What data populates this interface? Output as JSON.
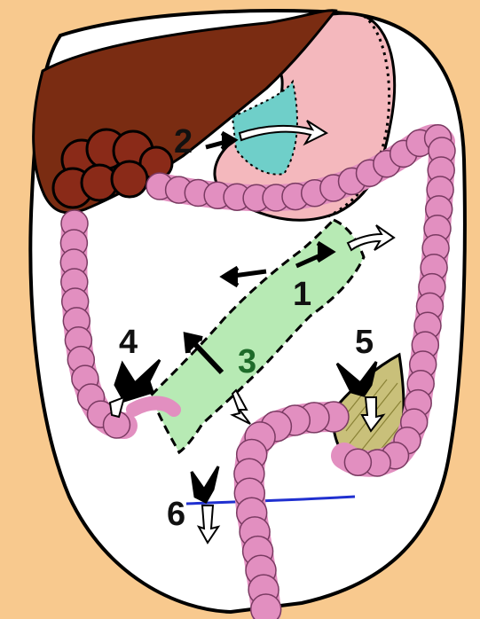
{
  "colors": {
    "background": "#000000",
    "skin": "#f8c98e",
    "cavity": "#ffffff",
    "liver": "#7a2c12",
    "liver_outline": "#4a1708",
    "gallbladder_lobes": "#8a2a18",
    "stomach": "#f4b8bd",
    "lesser_sac": "#6fcfc9",
    "colon": "#e28fc0",
    "colon_outline": "#7a3a62",
    "mesentery_root": "#b7eab4",
    "sigmoid_mesocolon": "#c9c07a",
    "pelvic_line": "#2030d0",
    "label": "#111111",
    "label_3": "#1e6b2a"
  },
  "labels": {
    "n1": "1",
    "n2": "2",
    "n3": "3",
    "n4": "4",
    "n5": "5",
    "n6": "6"
  }
}
